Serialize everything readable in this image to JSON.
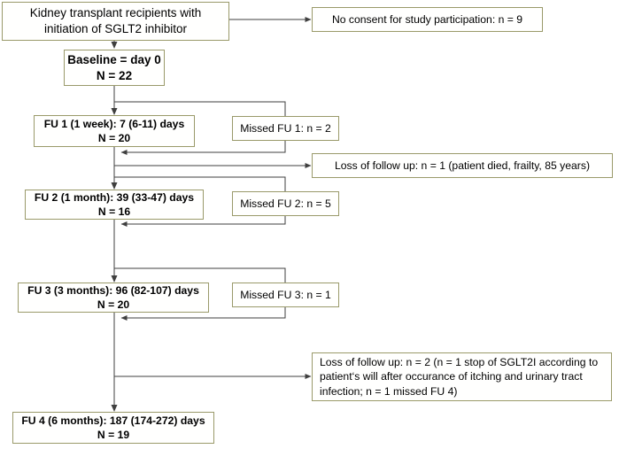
{
  "diagram": {
    "type": "study-flow-chart",
    "title_visible": false,
    "colors": {
      "box_border": "#9a9a6a",
      "box_fill": "#fffffe",
      "connector": "#3f3f3f",
      "text": "#000000"
    },
    "nodes": {
      "source": {
        "line1": "Kidney transplant recipients with",
        "line2": "initiation of SGLT2 inhibitor"
      },
      "no_consent": {
        "line1": "No consent for study participation: n = 9"
      },
      "baseline": {
        "line1": "Baseline = day 0",
        "line2": "N = 22"
      },
      "fu1": {
        "line1": "FU 1 (1 week): 7 (6-11) days",
        "line2": "N = 20"
      },
      "missed_fu1": {
        "line1": "Missed FU 1: n = 2"
      },
      "loss_followup_1": {
        "line1": "Loss of follow up: n = 1 (patient died, frailty, 85 years)"
      },
      "fu2": {
        "line1": "FU 2 (1 month): 39 (33-47) days",
        "line2": "N = 16"
      },
      "missed_fu2": {
        "line1": "Missed FU 2: n = 5"
      },
      "fu3": {
        "line1": "FU 3 (3 months): 96 (82-107) days",
        "line2": "N = 20"
      },
      "missed_fu3": {
        "line1": "Missed FU 3: n = 1"
      },
      "loss_followup_2": {
        "line1": "Loss of follow up: n = 2 (n = 1 stop of SGLT2I according to",
        "line2": "patient‘s will after occurance of itching and urinary tract",
        "line3": "infection; n = 1 missed FU 4)"
      },
      "fu4": {
        "line1": "FU 4 (6 months): 187 (174-272) days",
        "line2": "N = 19"
      }
    }
  }
}
